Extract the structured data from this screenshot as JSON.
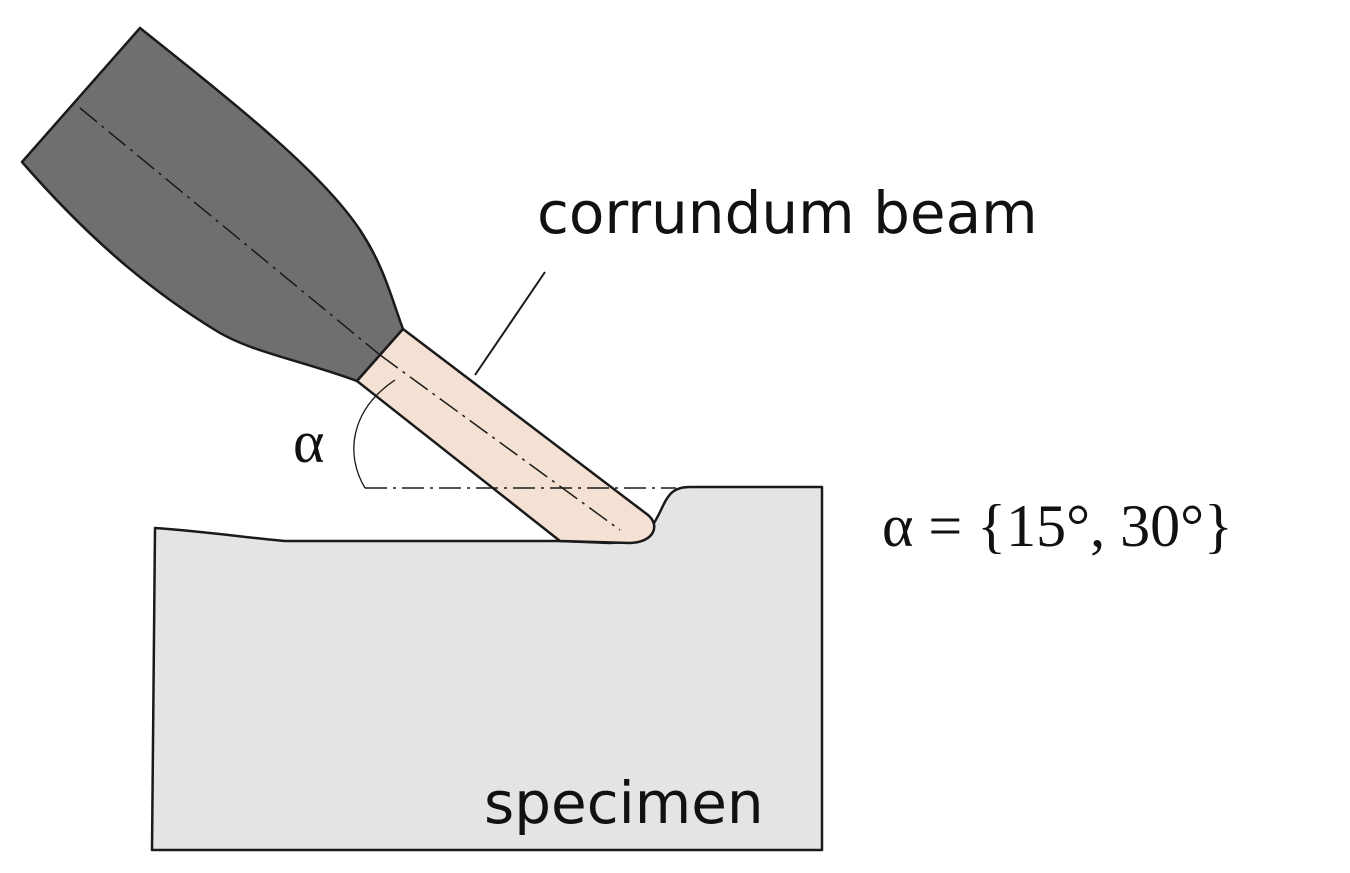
{
  "labels": {
    "beam": "corrundum beam",
    "specimen": "specimen",
    "angle_symbol": "α",
    "angle_values": "α = {15°, 30°}"
  },
  "colors": {
    "nozzle": "#6f6f6f",
    "beam": "#f5e1d3",
    "specimen": "#e4e4e4",
    "outline": "#1a1a1a",
    "background": "#ffffff"
  }
}
